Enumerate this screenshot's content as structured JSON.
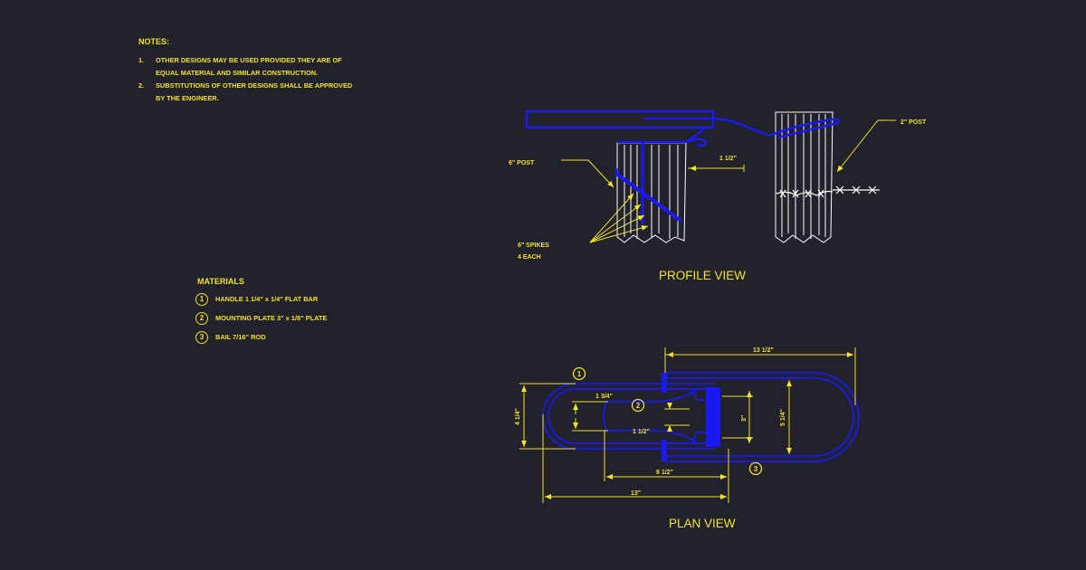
{
  "notes": {
    "title": "NOTES:",
    "items": [
      {
        "num": "1.",
        "lines": [
          "OTHER DESIGNS MAY BE USED PROVIDED THEY ARE OF",
          "EQUAL MATERIAL AND SIMILAR CONSTRUCTION."
        ]
      },
      {
        "num": "2.",
        "lines": [
          "SUBSTITUTIONS OF OTHER DESIGNS SHALL BE APPROVED",
          "BY THE ENGINEER."
        ]
      }
    ]
  },
  "materials": {
    "title": "MATERIALS",
    "items": [
      {
        "num": "1",
        "label": "HANDLE 1 1/4\" x 1/4\" FLAT BAR"
      },
      {
        "num": "2",
        "label": "MOUNTING PLATE 3\" x 1/8\" PLATE"
      },
      {
        "num": "3",
        "label": "BAIL 7/16\" ROD"
      }
    ]
  },
  "profile_view": {
    "title": "PROFILE VIEW",
    "labels": {
      "post_6": "6\" POST",
      "post_2": "2\" POST",
      "spikes_line1": "6\" SPIKES",
      "spikes_line2": "4 EACH",
      "dim_gap": "1 1/2\""
    }
  },
  "plan_view": {
    "title": "PLAN VIEW",
    "callouts": [
      "1",
      "2",
      "3"
    ],
    "dimensions": {
      "overall_bail": "13 1/2\"",
      "overall_handle": "13\"",
      "handle_inner": "8 1/2\"",
      "handle_width": "4 1/4\"",
      "bail_width": "5 1/4\"",
      "plate_width": "3\"",
      "slot_width": "1 3/4\"",
      "slot_small": "1 1/2\""
    }
  },
  "colors": {
    "background": "#21222b",
    "annotation": "#f2e22a",
    "hardware": "#1a1af0",
    "post": "#ffffff"
  }
}
